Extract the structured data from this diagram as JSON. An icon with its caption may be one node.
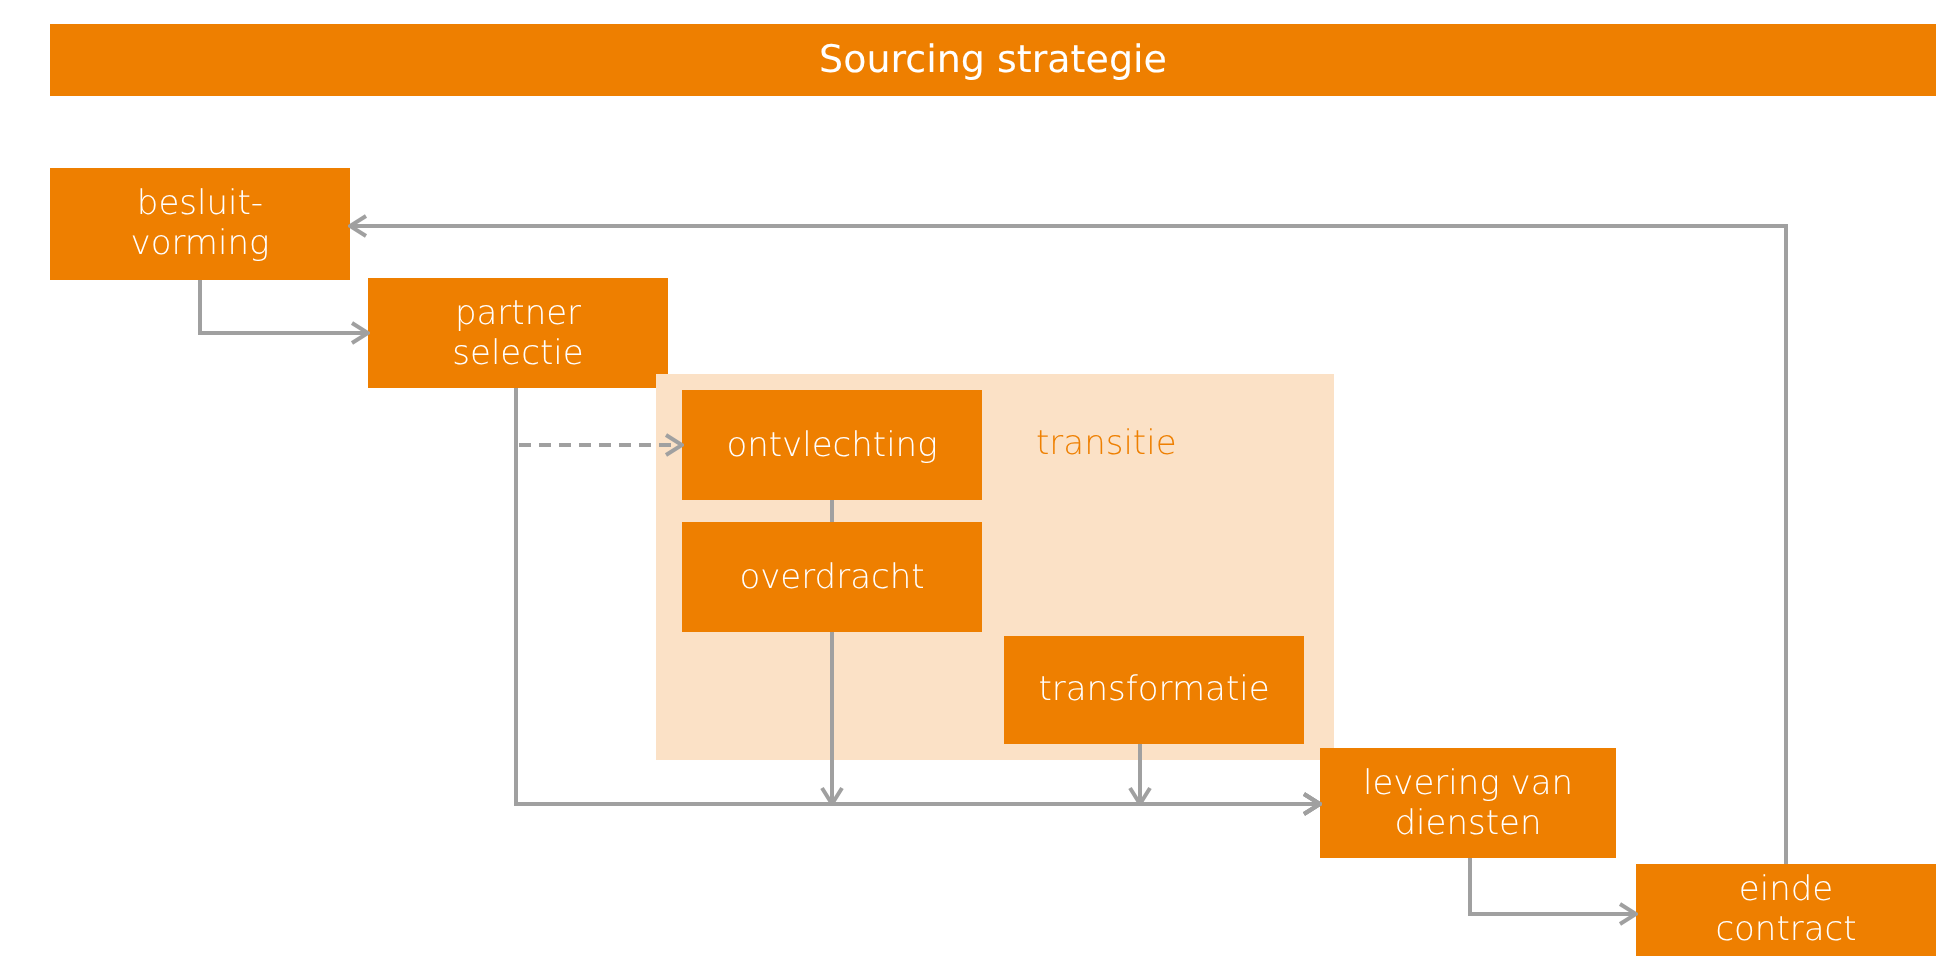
{
  "diagram": {
    "title": "Sourcing strategie",
    "nodes": [
      {
        "text": [
          "besluit-vorming"
        ]
      },
      {
        "text": [
          "partner selectie"
        ]
      },
      {
        "text": [
          "transitie"
        ]
      },
      {
        "text": [
          "ontvlechting"
        ],
        "in": 2
      },
      {
        "text": [
          "overdracht"
        ],
        "in": 2
      },
      {
        "text": [
          "transformatie"
        ],
        "in": 2
      },
      {
        "text": [
          "levering van diensten"
        ]
      },
      {
        "text": [
          "einde contract"
        ]
      }
    ],
    "edges": [
      {
        "from": 0,
        "to": 1,
        "arrow": "to"
      },
      {
        "from": 1,
        "to": 3,
        "arrow": "to",
        "style": "dashed"
      },
      {
        "from": 1,
        "to": 6,
        "arrow": "to"
      },
      {
        "from": 3,
        "to": 4,
        "arrow": "none"
      },
      {
        "from": 4,
        "to": 6,
        "arrow": "to"
      },
      {
        "from": 5,
        "to": 6,
        "arrow": "to"
      },
      {
        "from": 6,
        "to": 7,
        "arrow": "to"
      },
      {
        "from": 7,
        "to": 0,
        "arrow": "to"
      }
    ]
  }
}
